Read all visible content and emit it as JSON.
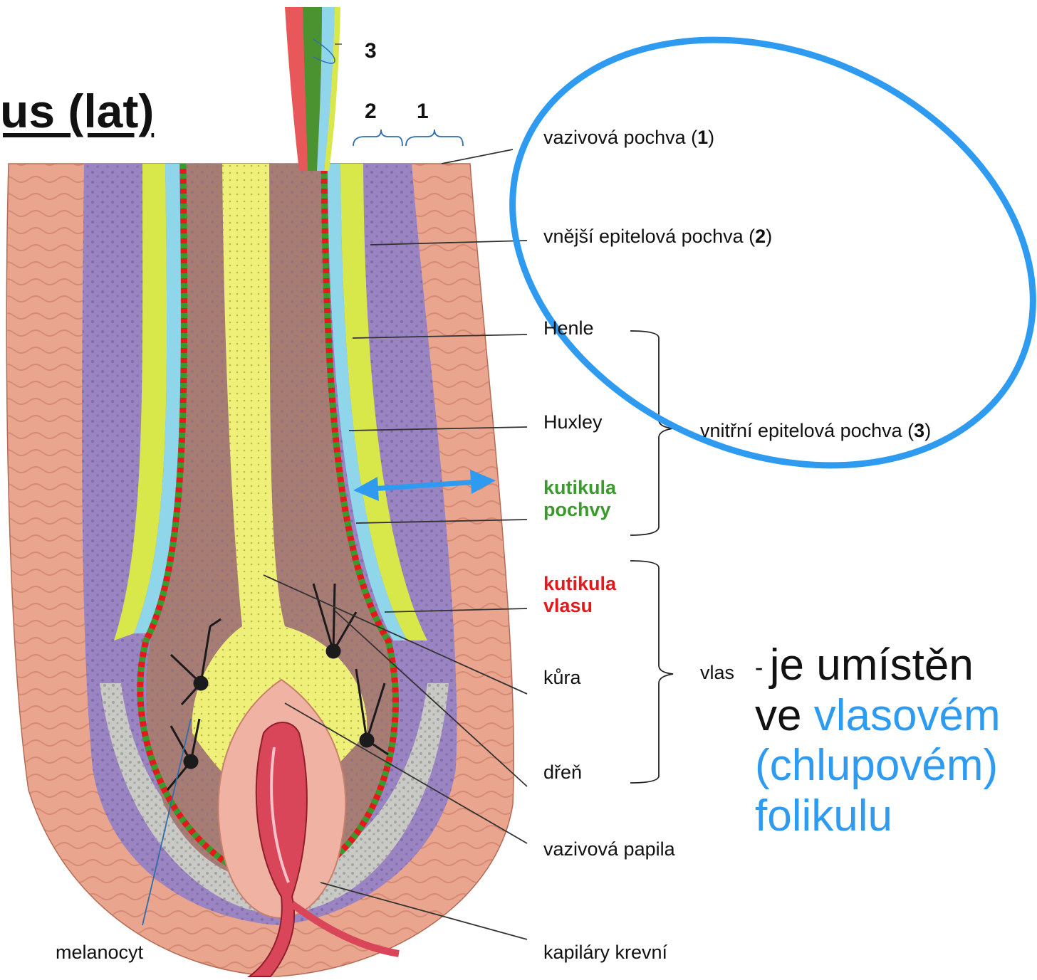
{
  "title": "us (lat)",
  "numbers": {
    "n1": "1",
    "n2": "2",
    "n3": "3"
  },
  "labels": {
    "vazivova_pochva": {
      "text": "vazivová pochva (",
      "num": "1",
      "close": ")"
    },
    "vnejsi_epitelova_pochva": {
      "text": "vnější epitelová pochva (",
      "num": "2",
      "close": ")"
    },
    "henle": "Henle",
    "huxley": "Huxley",
    "vnitrni_epitelova_pochva": {
      "text": "vnitřní epitelová pochva (",
      "num": "3",
      "close": ")"
    },
    "kutikula_pochvy": {
      "line1": "kutikula",
      "line2": "pochvy"
    },
    "kutikula_vlasu": {
      "line1": "kutikula",
      "line2": "vlasu"
    },
    "kura": "kůra",
    "vlas": "vlas",
    "dren": "dřeň",
    "vazivova_papila": "vazivová papila",
    "melanocyt": "melanocyt",
    "kapilary_krevni": "kapiláry krevní"
  },
  "note": {
    "dash": "- ",
    "line1": "je umístěn",
    "line2_prefix": "ve ",
    "line2_highlight": "vlasovém",
    "line3": "(chlupovém)",
    "line4": "folikulu"
  },
  "colors": {
    "accent_blue": "#2f9bf0",
    "cuticle_green": "#3a9a2c",
    "cuticle_red": "#e3191c",
    "connective_tissue": "#e9a58e",
    "outer_sheath_purple": "#9b84c2",
    "henle_yellow": "#d8e84a",
    "huxley_blue": "#8fd6ea",
    "cortex_brown": "#a77c72",
    "medulla_yellow": "#eef07a",
    "matrix_gray": "#c9c9c6",
    "papilla_pink": "#f0b2a2",
    "capillary_red": "#d9465a"
  }
}
